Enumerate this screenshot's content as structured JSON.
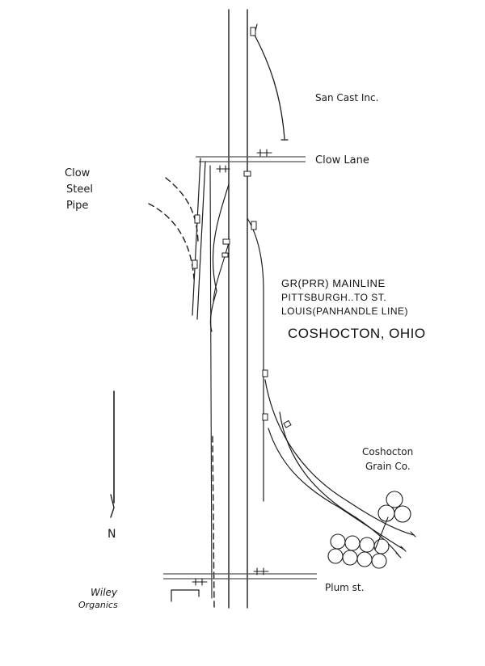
{
  "labels": {
    "san_cast": "San Cast Inc.",
    "clow_lane": "Clow Lane",
    "clow_steel_pipe": [
      "Clow",
      "Steel",
      "Pipe"
    ],
    "mainline": [
      "GR(PRR) MAINLINE",
      "PITTSBURGH..TO ST.",
      "LOUIS(PANHANDLE LINE)"
    ],
    "town": "COSHOCTON, OHIO",
    "grain_co": [
      "Coshocton",
      "Grain Co."
    ],
    "north": "N",
    "plum_st": "Plum st.",
    "wiley": [
      "Wiley",
      "Organics"
    ]
  },
  "icons": {
    "north_arrow": "north-arrow-icon",
    "grain_silo": "grain-silo-icon",
    "crossing": "grade-crossing-icon",
    "switch_stand": "switch-stand-icon"
  }
}
